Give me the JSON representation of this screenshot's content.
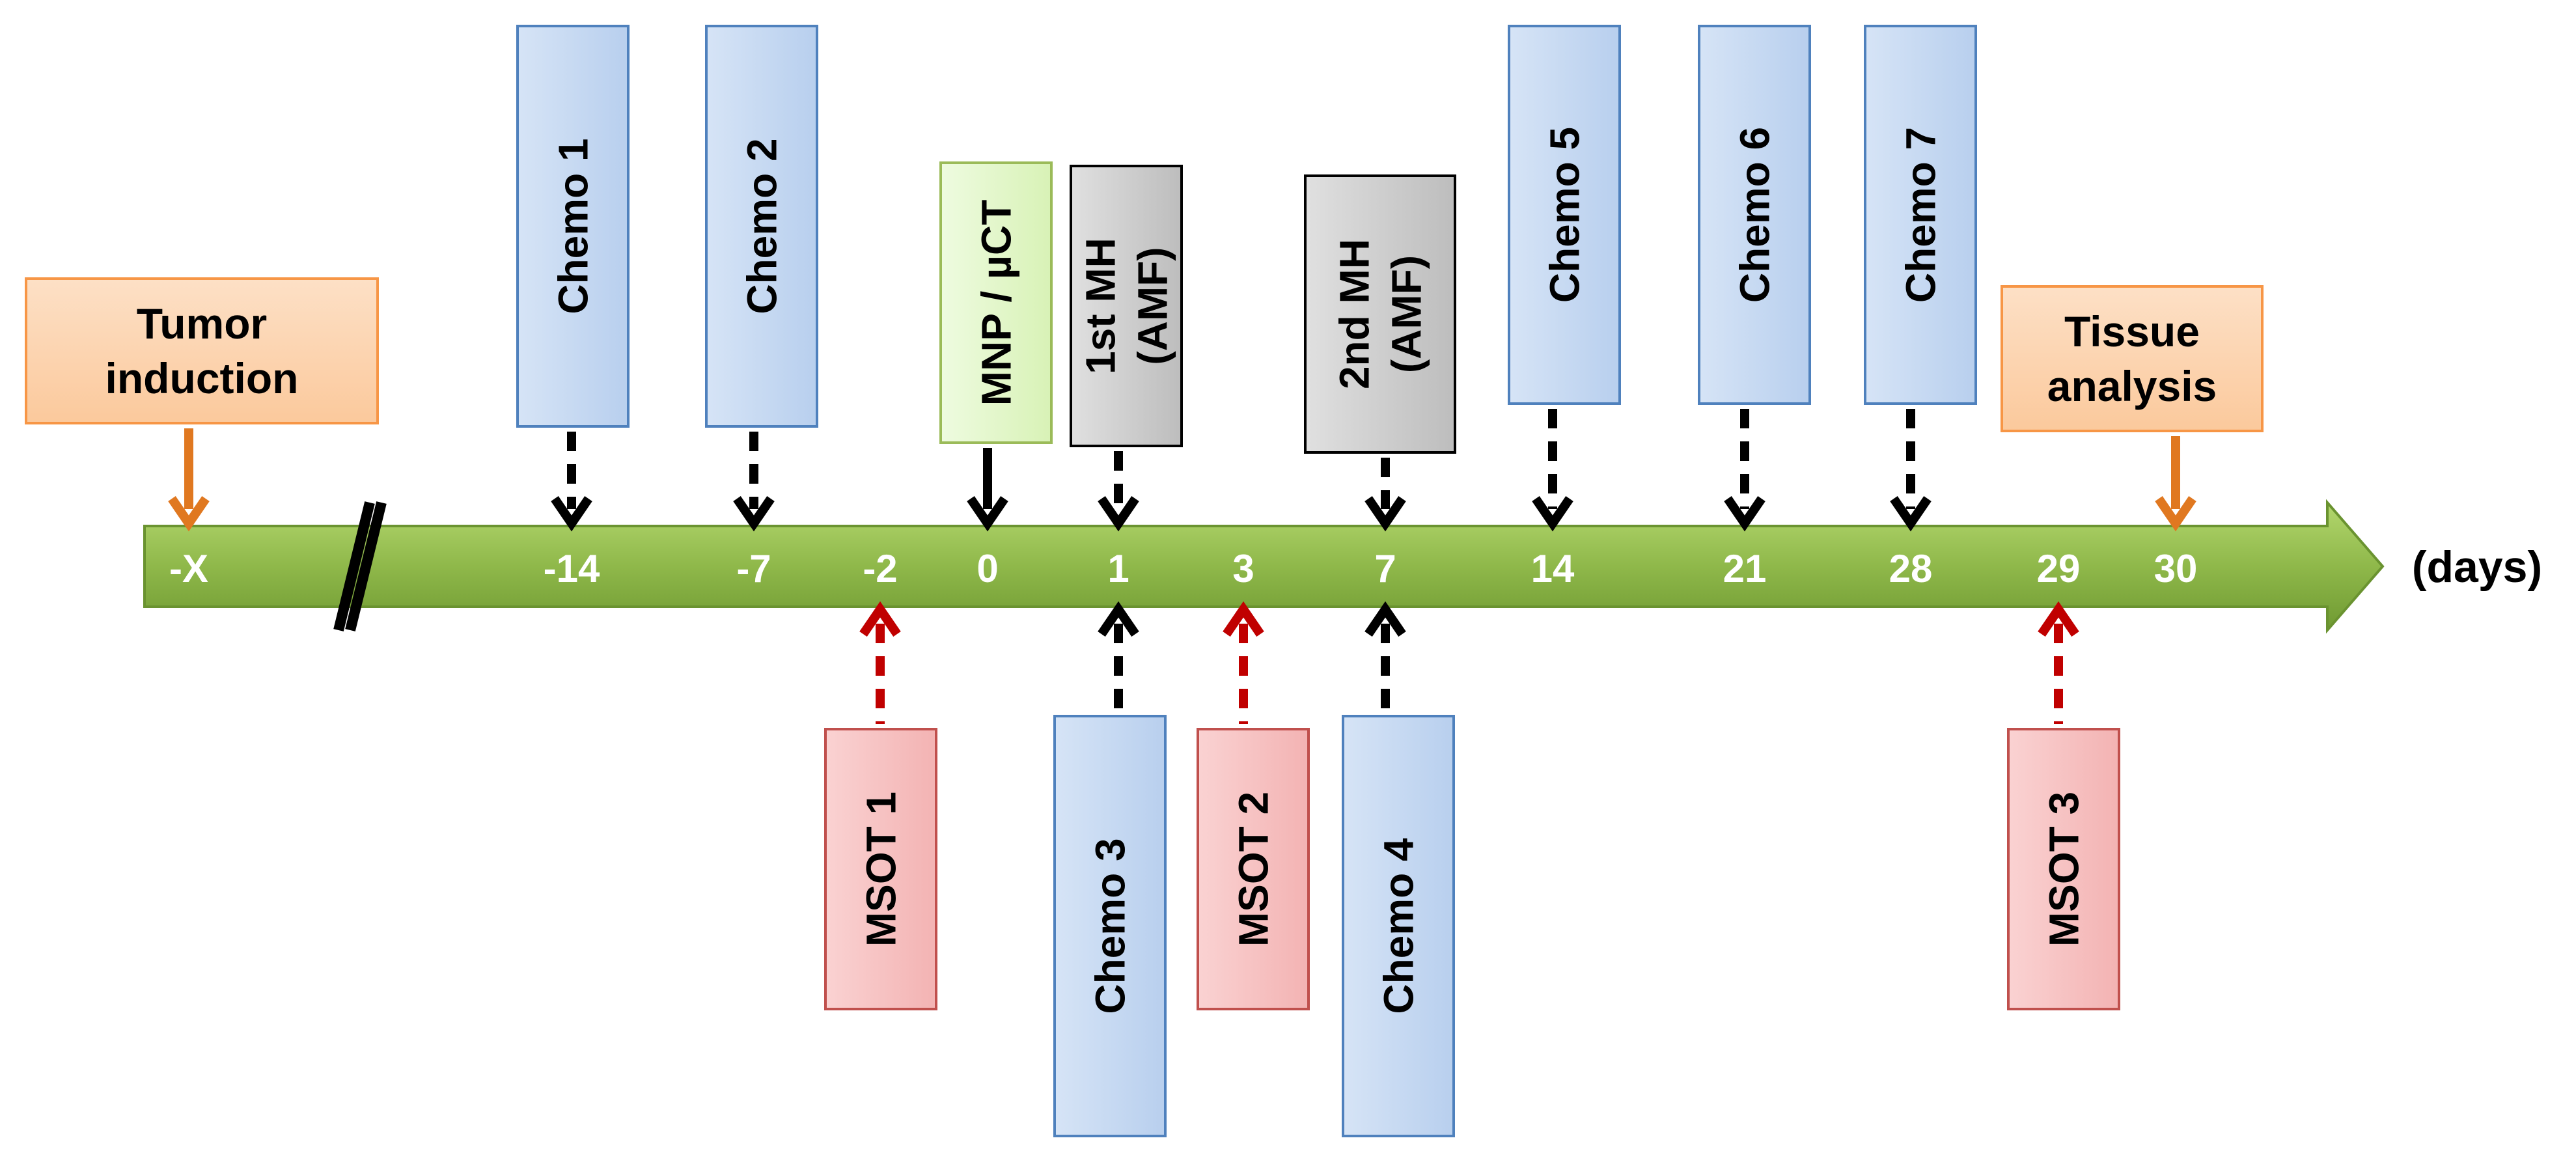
{
  "axis": {
    "unit_label": "(days)",
    "ticks": [
      "-X",
      "-14",
      "-7",
      "-2",
      "0",
      "1",
      "3",
      "7",
      "14",
      "21",
      "28",
      "29",
      "30"
    ]
  },
  "events_above": [
    {
      "id": "tumor-induction",
      "lines": [
        "Tumor",
        "induction"
      ],
      "tick": "-X",
      "kind": "milestone"
    },
    {
      "id": "chemo-1",
      "lines": [
        "Chemo 1"
      ],
      "tick": "-14",
      "kind": "chemo"
    },
    {
      "id": "chemo-2",
      "lines": [
        "Chemo 2"
      ],
      "tick": "-7",
      "kind": "chemo"
    },
    {
      "id": "mnp-uct",
      "lines": [
        "MNP / µCT"
      ],
      "tick": "0",
      "kind": "mnp"
    },
    {
      "id": "mh-1",
      "lines": [
        "1st MH",
        "(AMF)"
      ],
      "tick": "1",
      "kind": "mh"
    },
    {
      "id": "mh-2",
      "lines": [
        "2nd MH",
        "(AMF)"
      ],
      "tick": "7",
      "kind": "mh"
    },
    {
      "id": "chemo-5",
      "lines": [
        "Chemo 5"
      ],
      "tick": "14",
      "kind": "chemo"
    },
    {
      "id": "chemo-6",
      "lines": [
        "Chemo 6"
      ],
      "tick": "21",
      "kind": "chemo"
    },
    {
      "id": "chemo-7",
      "lines": [
        "Chemo 7"
      ],
      "tick": "28",
      "kind": "chemo"
    },
    {
      "id": "tissue-analysis",
      "lines": [
        "Tissue",
        "analysis"
      ],
      "tick": "30",
      "kind": "milestone"
    }
  ],
  "events_below": [
    {
      "id": "msot-1",
      "lines": [
        "MSOT 1"
      ],
      "tick": "-2",
      "kind": "msot"
    },
    {
      "id": "chemo-3",
      "lines": [
        "Chemo 3"
      ],
      "tick": "1",
      "kind": "chemo"
    },
    {
      "id": "msot-2",
      "lines": [
        "MSOT 2"
      ],
      "tick": "3",
      "kind": "msot"
    },
    {
      "id": "chemo-4",
      "lines": [
        "Chemo 4"
      ],
      "tick": "7",
      "kind": "chemo"
    },
    {
      "id": "msot-3",
      "lines": [
        "MSOT 3"
      ],
      "tick": "29",
      "kind": "msot"
    }
  ],
  "colors": {
    "chemo_fill": "#c6d9f1",
    "chemo_stroke": "#4f81bd",
    "msot_fill": "#f7c4c4",
    "msot_stroke": "#c0504d",
    "mh_fill": "#d0d0d0",
    "mh_stroke": "#000000",
    "mnp_fill": "#e2f7c6",
    "mnp_stroke": "#9bbb59",
    "milestone_fill": "#fcd5b4",
    "milestone_stroke": "#f79646",
    "milestone_arrow": "#e07820",
    "msot_arrow": "#c00000",
    "timeline_fill": "#8fb84a",
    "timeline_text": "#ffffff"
  }
}
